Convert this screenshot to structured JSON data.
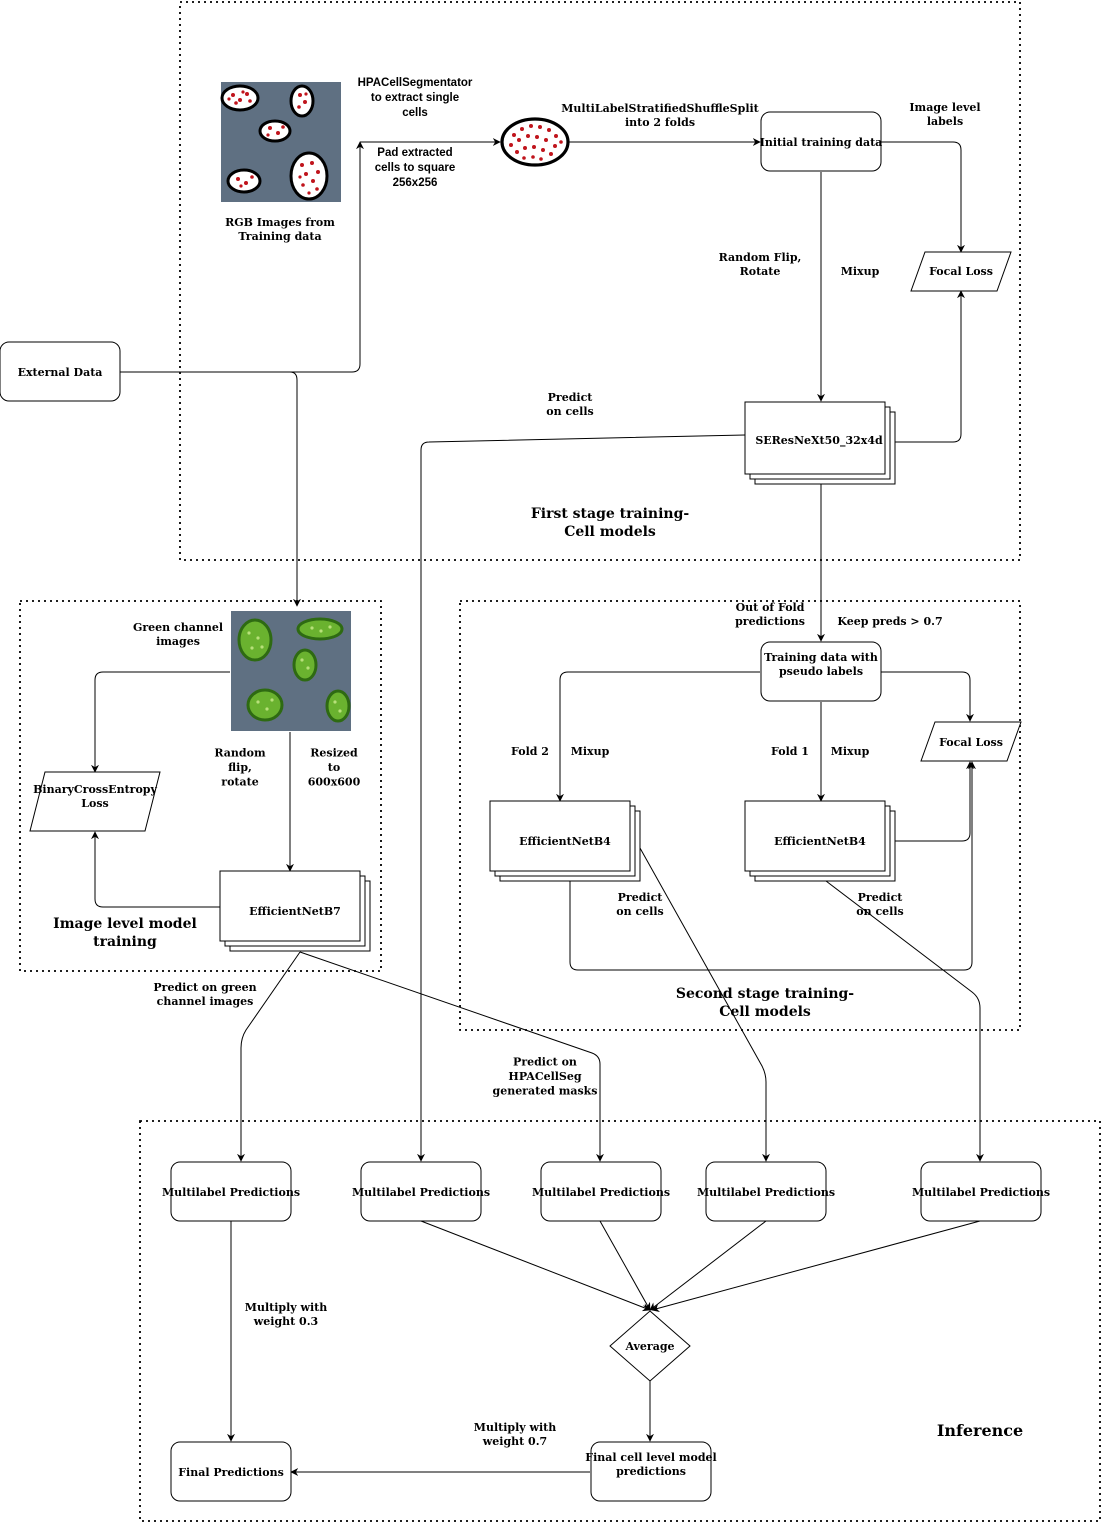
{
  "groups": {
    "first_stage": "First stage training-\nCell models",
    "image_level": "Image level model\ntraining",
    "second_stage": "Second stage training-\nCell models",
    "inference": "Inference"
  },
  "nodes": {
    "external_data": "External Data",
    "rgb_caption": "RGB Images from\nTraining data",
    "initial_training": "Initial training data",
    "focal_loss_1": "Focal Loss",
    "seresnext": "SEResNeXt50_32x4d",
    "green_caption": "Green channel\nimages",
    "bce_loss": "BinaryCrossEntropy\nLoss",
    "effnet_b7": "EfficientNetB7",
    "training_pseudo": "Training data with\npseudo labels",
    "focal_loss_2": "Focal Loss",
    "effnet_b4_fold2": "EfficientNetB4",
    "effnet_b4_fold1": "EfficientNetB4",
    "multilabel_1": "Multilabel Predictions",
    "multilabel_2": "Multilabel Predictions",
    "multilabel_3": "Multilabel Predictions",
    "multilabel_4": "Multilabel Predictions",
    "multilabel_5": "Multilabel Predictions",
    "average": "Average",
    "final_cell": "Final cell level model\npredictions",
    "final_predictions": "Final Predictions"
  },
  "edge_labels": {
    "hpa_segmenter": "HPACellSegmentator\nto extract single\ncells",
    "pad_cells": "Pad extracted\ncells to square\n256x256",
    "stratified_split": "MultiLabelStratifiedShuffleSplit\ninto 2 folds",
    "image_level_labels": "Image level\nlabels",
    "random_flip_rotate_1": "Random Flip,\nRotate",
    "mixup_1": "Mixup",
    "predict_on_cells_1": "Predict\non cells",
    "out_of_fold": "Out of Fold\npredictions",
    "keep_preds": "Keep preds > 0.7",
    "fold_2": "Fold 2",
    "mixup_2": "Mixup",
    "fold_1": "Fold 1",
    "mixup_3": "Mixup",
    "random_flip_rotate_2": "Random\nflip,\nrotate",
    "resized": "Resized\nto\n600x600",
    "predict_on_cells_2": "Predict\non cells",
    "predict_on_cells_3": "Predict\non cells",
    "predict_green": "Predict on green\nchannel images",
    "predict_hpaseg": "Predict on\nHPACellSeg\ngenerated masks",
    "multiply_03": "Multiply with\nweight 0.3",
    "multiply_07": "Multiply with\nweight 0.7"
  },
  "colors": {
    "image_background": "#5f7082",
    "red_dots": "#c0141c",
    "green_cells": "#6ab22f",
    "green_dots": "#b8e07a"
  }
}
